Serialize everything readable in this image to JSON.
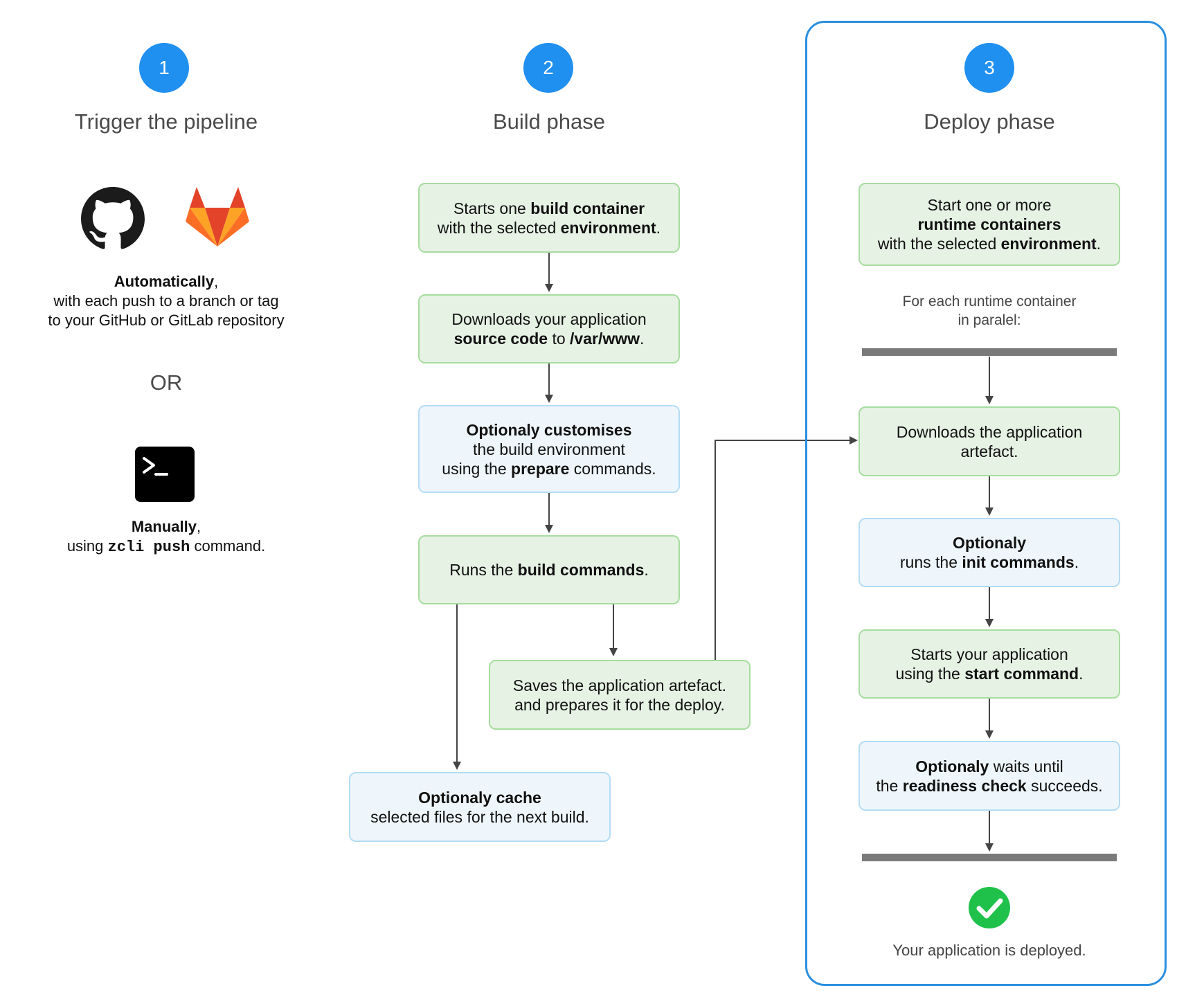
{
  "steps": [
    {
      "number": "1",
      "title": "Trigger the pipeline"
    },
    {
      "number": "2",
      "title": "Build phase"
    },
    {
      "number": "3",
      "title": "Deploy phase"
    }
  ],
  "trigger": {
    "auto": {
      "bold": "Automatically",
      "after": ",",
      "line2": "with each push to a branch or tag",
      "line3": "to your GitHub or GitLab repository"
    },
    "or": "OR",
    "manual": {
      "bold": "Manually",
      "after": ",",
      "pre": "using ",
      "code": "zcli push",
      "post": " command."
    },
    "icons": [
      "github-icon",
      "gitlab-icon",
      "terminal-icon"
    ]
  },
  "build": {
    "start": {
      "a": "Starts one ",
      "b": "build container",
      "c": "with the selected ",
      "d": "environment",
      "e": "."
    },
    "download": {
      "a": "Downloads your application",
      "b": "source code",
      "c": " to ",
      "d": "/var/www",
      "e": "."
    },
    "customise": {
      "a": "Optionaly customises",
      "b": "the build environment",
      "c": "using the ",
      "d": "prepare",
      "e": " commands."
    },
    "run": {
      "a": "Runs the ",
      "b": "build commands",
      "c": "."
    },
    "save": {
      "a": "Saves the application artefact.",
      "b": "and prepares it for the deploy."
    },
    "cache": {
      "a": "Optionaly cache",
      "b": "selected files for the next build."
    }
  },
  "deploy": {
    "start": {
      "a": "Start one or more",
      "b": "runtime containers",
      "c": "with the selected ",
      "d": "environment",
      "e": "."
    },
    "note": {
      "a": "For each runtime container",
      "b": "in paralel:"
    },
    "download": {
      "a": "Downloads the application",
      "b": "artefact."
    },
    "init": {
      "a": "Optionaly",
      "b": "runs the ",
      "c": "init commands",
      "d": "."
    },
    "startapp": {
      "a": "Starts your application",
      "b": "using the ",
      "c": "start command",
      "d": "."
    },
    "readiness": {
      "a": "Optionaly",
      "b": " waits until",
      "c": "the ",
      "d": "readiness check",
      "e": " succeeds."
    },
    "done": "Your application is deployed."
  },
  "colors": {
    "accent": "#1f8ff0",
    "green_fill": "#e6f2e4",
    "green_border": "#a7dca0",
    "blue_fill": "#eef6fb",
    "blue_border": "#b4dcf4",
    "success": "#1fc14a"
  }
}
